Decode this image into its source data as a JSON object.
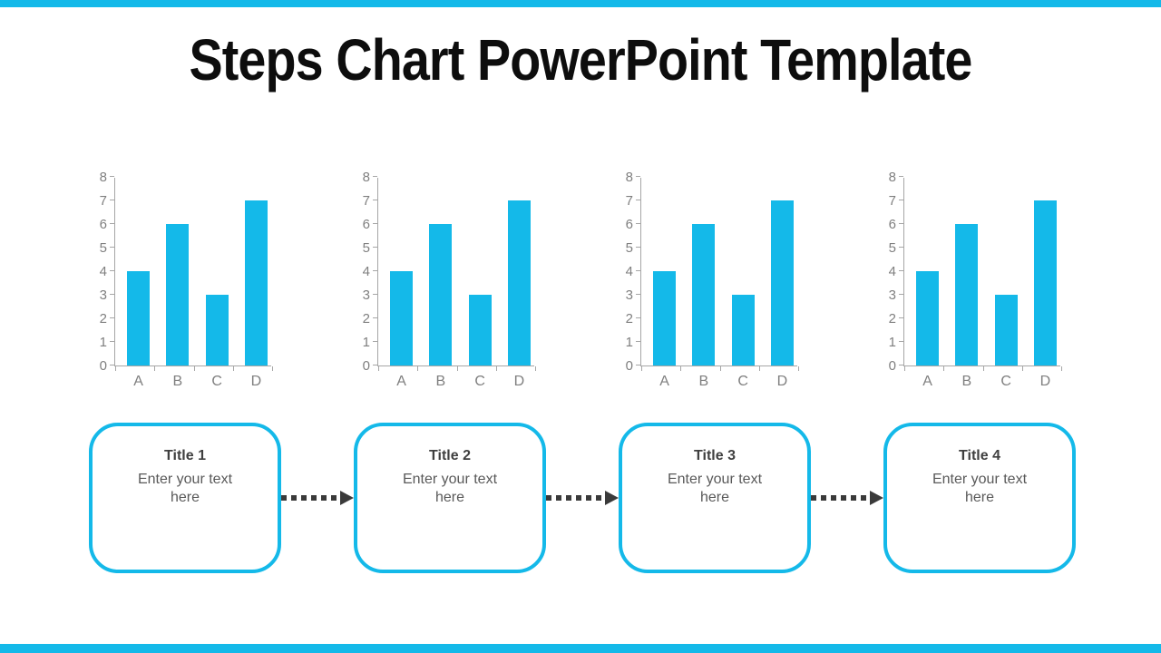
{
  "slide": {
    "title": "Steps Chart PowerPoint Template"
  },
  "theme": {
    "accent_color": "#14b9e9",
    "bar_color": "#14b9e9",
    "axis_color": "#a6a6a6",
    "axis_label_color": "#7f7f7f",
    "connector_color": "#3a3a3a",
    "title_color": "#0d0d0d",
    "step_title_color": "#3f3f3f",
    "step_body_color": "#595959"
  },
  "chart_data": [
    {
      "type": "bar",
      "categories": [
        "A",
        "B",
        "C",
        "D"
      ],
      "values": [
        4,
        6,
        3,
        7
      ],
      "title": "",
      "xlabel": "",
      "ylabel": "",
      "ylim": [
        0,
        8
      ],
      "ytick_step": 1,
      "grid": false,
      "legend": false
    },
    {
      "type": "bar",
      "categories": [
        "A",
        "B",
        "C",
        "D"
      ],
      "values": [
        4,
        6,
        3,
        7
      ],
      "title": "",
      "xlabel": "",
      "ylabel": "",
      "ylim": [
        0,
        8
      ],
      "ytick_step": 1,
      "grid": false,
      "legend": false
    },
    {
      "type": "bar",
      "categories": [
        "A",
        "B",
        "C",
        "D"
      ],
      "values": [
        4,
        6,
        3,
        7
      ],
      "title": "",
      "xlabel": "",
      "ylabel": "",
      "ylim": [
        0,
        8
      ],
      "ytick_step": 1,
      "grid": false,
      "legend": false
    },
    {
      "type": "bar",
      "categories": [
        "A",
        "B",
        "C",
        "D"
      ],
      "values": [
        4,
        6,
        3,
        7
      ],
      "title": "",
      "xlabel": "",
      "ylabel": "",
      "ylim": [
        0,
        8
      ],
      "ytick_step": 1,
      "grid": false,
      "legend": false
    }
  ],
  "steps": [
    {
      "title": "Title 1",
      "body": "Enter your text here"
    },
    {
      "title": "Title 2",
      "body": "Enter your text here"
    },
    {
      "title": "Title 3",
      "body": "Enter your text here"
    },
    {
      "title": "Title 4",
      "body": "Enter your text here"
    }
  ]
}
